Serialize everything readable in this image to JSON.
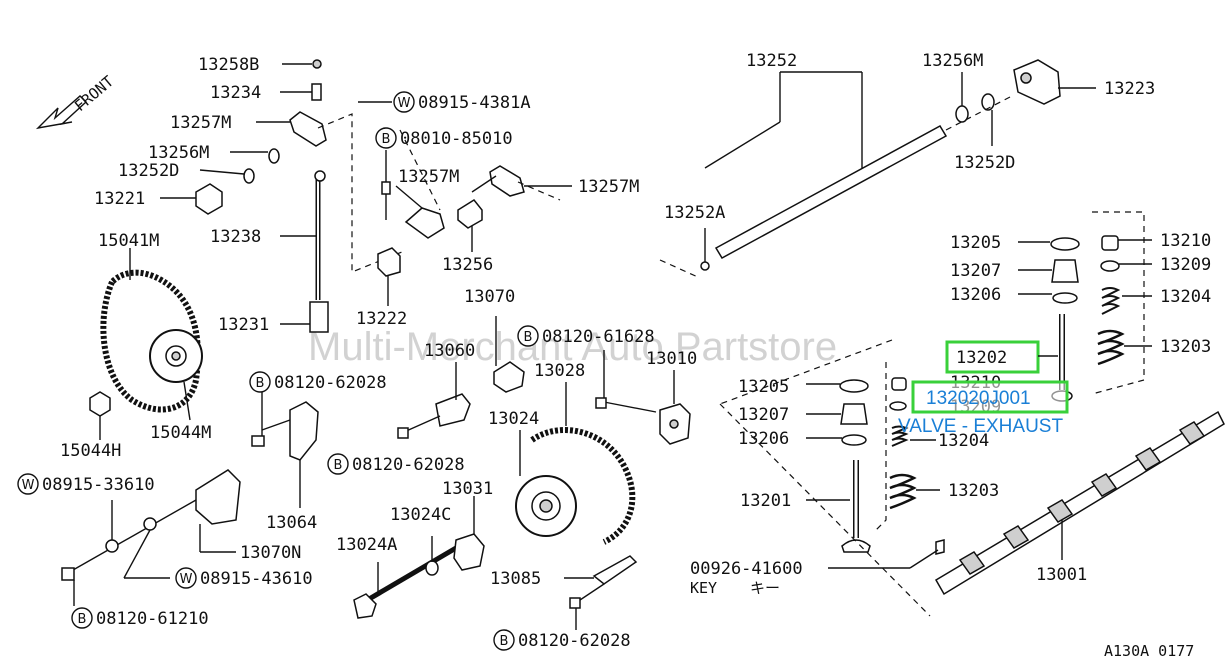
{
  "watermark": "Multi-Merchant Auto Partstore",
  "front_label": "FRONT",
  "figure_code": "A130A 0177",
  "highlight": {
    "selected_part": "13202",
    "part_number": "132020J001",
    "description": "VALVE - EXHAUST"
  },
  "key_label": "KEY",
  "key_jp": "キー",
  "parts": {
    "p13258B": "13258B",
    "p13234": "13234",
    "p13257M_a": "13257M",
    "p13256M_a": "13256M",
    "p13252D_a": "13252D",
    "p13221": "13221",
    "p13238": "13238",
    "p15041M": "15041M",
    "p13231": "13231",
    "p15044H": "15044H",
    "p15044M": "15044M",
    "w08915_4381A": "08915-4381A",
    "b08010_85010": "08010-85010",
    "p13257M_b": "13257M",
    "p13257M_c": "13257M",
    "p13256": "13256",
    "p13222": "13222",
    "p13252": "13252",
    "p13252A": "13252A",
    "p13256M_b": "13256M",
    "p13223": "13223",
    "p13252D_b": "13252D",
    "p13205_a": "13205",
    "p13210_a": "13210",
    "p13207_a": "13207",
    "p13209_a": "13209",
    "p13206_a": "13206",
    "p13204_a": "13204",
    "p13202": "13202",
    "p13203_a": "13203",
    "p13210_b": "13210",
    "p13209_b": "13209",
    "p13205_b": "13205",
    "p13207_b": "13207",
    "p13206_b": "13206",
    "p13204_b": "13204",
    "p13203_b": "13203",
    "p13201": "13201",
    "p13070": "13070",
    "b08120_61628": "08120-61628",
    "p13060": "13060",
    "p13028": "13028",
    "p13010": "13010",
    "b08120_62028_a": "08120-62028",
    "p13024": "13024",
    "b08120_62028_b": "08120-62028",
    "w08915_33610": "08915-33610",
    "p13064": "13064",
    "p13031": "13031",
    "p13024C": "13024C",
    "p13070N": "13070N",
    "p13024A": "13024A",
    "w08915_43610": "08915-43610",
    "b08120_61210": "08120-61210",
    "p13085": "13085",
    "b08120_62028_c": "08120-62028",
    "p00926_41600": "00926-41600",
    "p13001": "13001"
  },
  "symbols": {
    "washer": "W",
    "bolt": "B"
  },
  "colors": {
    "highlight_box": "#39d03a",
    "highlight_text": "#1a7fd6"
  }
}
